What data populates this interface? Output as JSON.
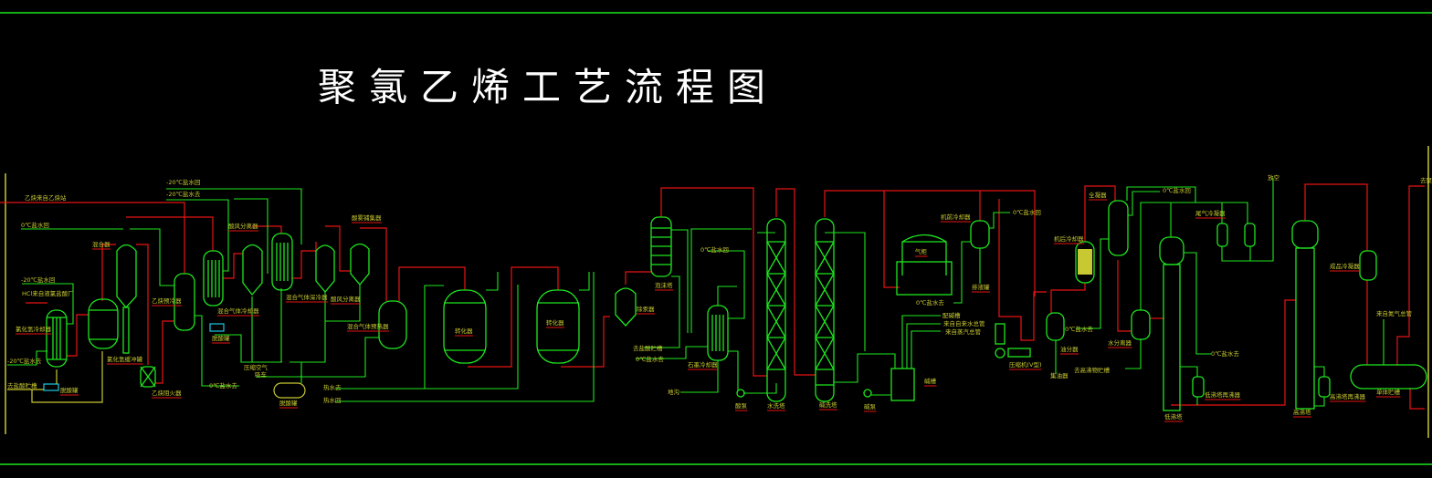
{
  "title": "聚氯乙烯工艺流程图",
  "labels": [
    "乙炔来自乙炔站",
    "0℃盐水回",
    "-20℃盐水回",
    "HCl来自液氯盐酸厂",
    "氯化氢冷却器",
    "-20℃盐水去",
    "去盐酸贮槽",
    "脱酸罐",
    "混合器",
    "氯化氢缓冲罐",
    "-20℃盐水回",
    "-20℃盐水去",
    "酸风分离器",
    "乙炔预冷器",
    "混合气体冷却器",
    "脱酸罐",
    "乙炔阻火器",
    "0℃盐水去",
    "压缩空气",
    "吸车",
    "脱酸罐",
    "混合气体深冷器",
    "酸雾捕集器",
    "酸风分离器",
    "混合气体预热器",
    "转化器",
    "转化器",
    "热水去",
    "热水回",
    "除汞器",
    "泡沫塔",
    "0℃盐水回",
    "去盐酸贮槽",
    "0℃盐水去",
    "石墨冷却器",
    "地沟",
    "酸泵",
    "水洗塔",
    "碱洗塔",
    "碱泵",
    "碱槽",
    "气柜",
    "0℃盐水去",
    "机前冷却器",
    "排液罐",
    "0℃盐水回",
    "配碱槽",
    "来自自来水总管",
    "来自蒸汽总管",
    "压缩机(V型)",
    "机后冷却器",
    "全凝器",
    "0℃盐水回",
    "尾气冷凝器",
    "放空",
    "0℃盐水去",
    "油分器",
    "集油器",
    "水分离器",
    "去高沸物贮槽",
    "0℃盐水去",
    "低沸塔再沸器",
    "低沸塔",
    "高沸塔",
    "高沸塔再沸器",
    "成品冷凝器",
    "来自氮气总管",
    "单体贮槽",
    "去聚"
  ]
}
